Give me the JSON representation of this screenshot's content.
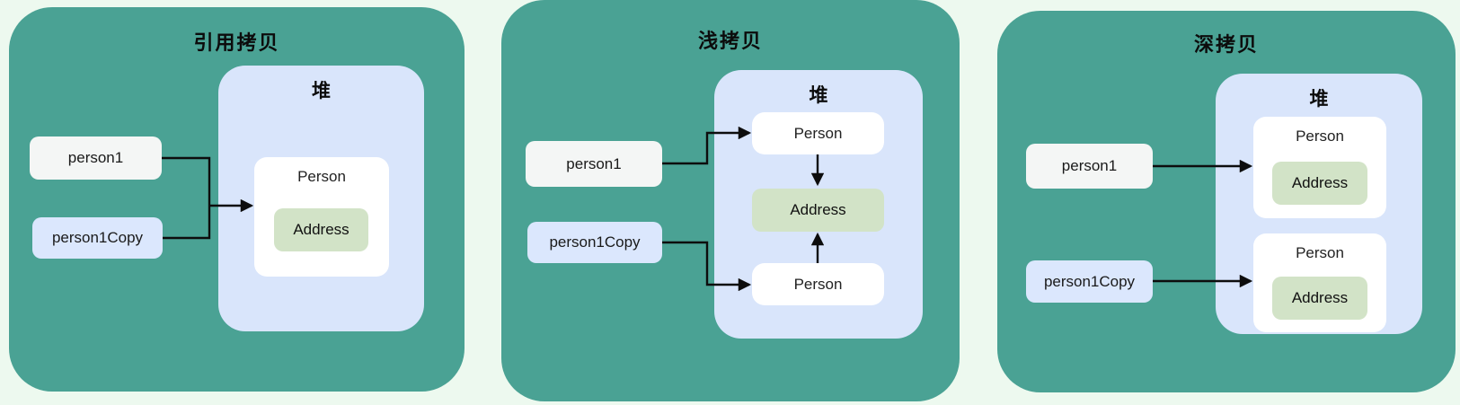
{
  "colors": {
    "page_background": "#edf9ef",
    "panel_background": "#4aa294",
    "heap_background": "#d9e5fb",
    "variable_box_background": "#f4f6f5",
    "copy_variable_box_background": "#dbe7fd",
    "object_box_background": "#ffffff",
    "address_box_background": "#d2e3c7",
    "arrow_color": "#0d0d0d",
    "text_color": "#1a1a1a"
  },
  "panels": [
    {
      "title": "引用拷贝",
      "heap_label": "堆",
      "variables": {
        "var1": "person1",
        "var2": "person1Copy"
      },
      "objects": {
        "person": "Person",
        "address": "Address"
      }
    },
    {
      "title": "浅拷贝",
      "heap_label": "堆",
      "variables": {
        "var1": "person1",
        "var2": "person1Copy"
      },
      "objects": {
        "person_top": "Person",
        "address": "Address",
        "person_bottom": "Person"
      }
    },
    {
      "title": "深拷贝",
      "heap_label": "堆",
      "variables": {
        "var1": "person1",
        "var2": "person1Copy"
      },
      "objects": {
        "person_top": "Person",
        "address_top": "Address",
        "person_bottom": "Person",
        "address_bottom": "Address"
      }
    }
  ]
}
